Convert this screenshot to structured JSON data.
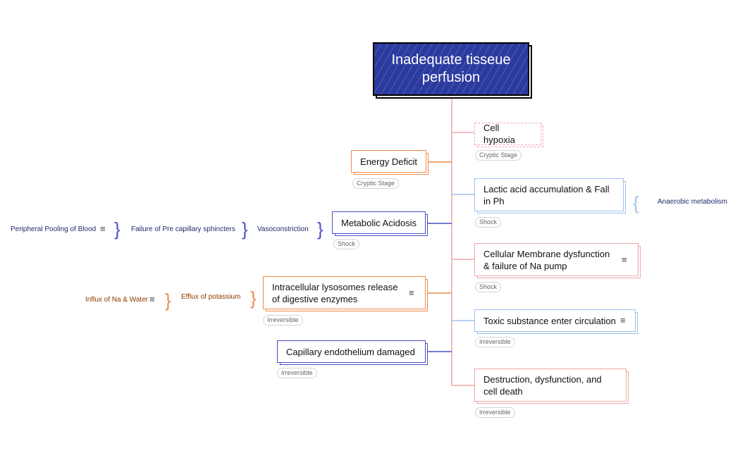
{
  "root": {
    "label": "Inadequate tisseue perfusion",
    "color": "#2b3a9e"
  },
  "right": [
    {
      "label": "Cell hypoxia",
      "tag": "Cryptic Stage",
      "color": "#f2a7c6"
    },
    {
      "label": "Lactic acid accumulation & Fall in Ph",
      "tag": "Shock",
      "color": "#9cc2f0"
    },
    {
      "label": "Cellular Membrane dysfunction & failure of Na pump",
      "tag": "Shock",
      "color": "#f0a7a7"
    },
    {
      "label": "Toxic substance enter circulation",
      "tag": "Irreversible",
      "color": "#9cc2f0"
    },
    {
      "label": "Destruction, dysfunction, and cell death",
      "tag": "Irreversible",
      "color": "#f0a7a7"
    }
  ],
  "left": [
    {
      "label": "Energy Deficit",
      "tag": "Cryptic Stage",
      "color": "#ee8a4a"
    },
    {
      "label": "Metabolic Acidosis",
      "tag": "Shock",
      "color": "#4a4fc4"
    },
    {
      "label": "Intracellular lysosomes release of digestive enzymes",
      "tag": "Irreversible",
      "color": "#ee8a4a"
    },
    {
      "label": "Capillary endothelium damaged",
      "tag": "Irreversible",
      "color": "#4a4fc4"
    }
  ],
  "side": {
    "anaerobic": "Anaerobic metabolism",
    "vasoconstriction": "Vasoconstriction",
    "sphincters": "Failure of Pre capillary sphincters",
    "pooling": "Peripheral Pooling of Blood",
    "potassium": "Efflux of potassium",
    "sodium": "Influx of Na & Water"
  },
  "colors": {
    "trunk": "#f0a7a7",
    "navy": "#1f2a6b",
    "brown": "#8a3b00",
    "brace_orange": "#ee8a4a",
    "brace_blue": "#5a6fd0"
  }
}
